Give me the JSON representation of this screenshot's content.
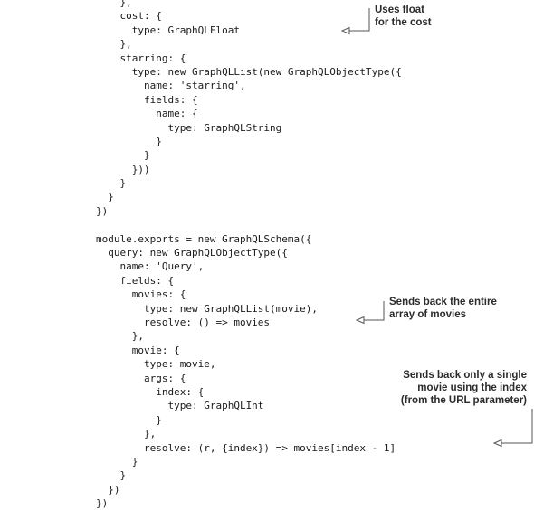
{
  "code_lines": [
    "    },",
    "    cost: {",
    "      type: GraphQLFloat",
    "    },",
    "    starring: {",
    "      type: new GraphQLList(new GraphQLObjectType({",
    "        name: 'starring',",
    "        fields: {",
    "          name: {",
    "            type: GraphQLString",
    "          }",
    "        }",
    "      }))",
    "    }",
    "  }",
    "})",
    "",
    "module.exports = new GraphQLSchema({",
    "  query: new GraphQLObjectType({",
    "    name: 'Query',",
    "    fields: {",
    "      movies: {",
    "        type: new GraphQLList(movie),",
    "        resolve: () => movies",
    "      },",
    "      movie: {",
    "        type: movie,",
    "        args: {",
    "          index: {",
    "            type: GraphQLInt",
    "          }",
    "        },",
    "        resolve: (r, {index}) => movies[index - 1]",
    "      }",
    "    }",
    "  })",
    "})"
  ],
  "annotations": {
    "float_cost": [
      "Uses float",
      "for the cost"
    ],
    "entire_array": [
      "Sends back the entire",
      "array of movies"
    ],
    "single_movie": [
      "Sends back only a single",
      "movie using the index",
      "(from the URL parameter)"
    ]
  }
}
